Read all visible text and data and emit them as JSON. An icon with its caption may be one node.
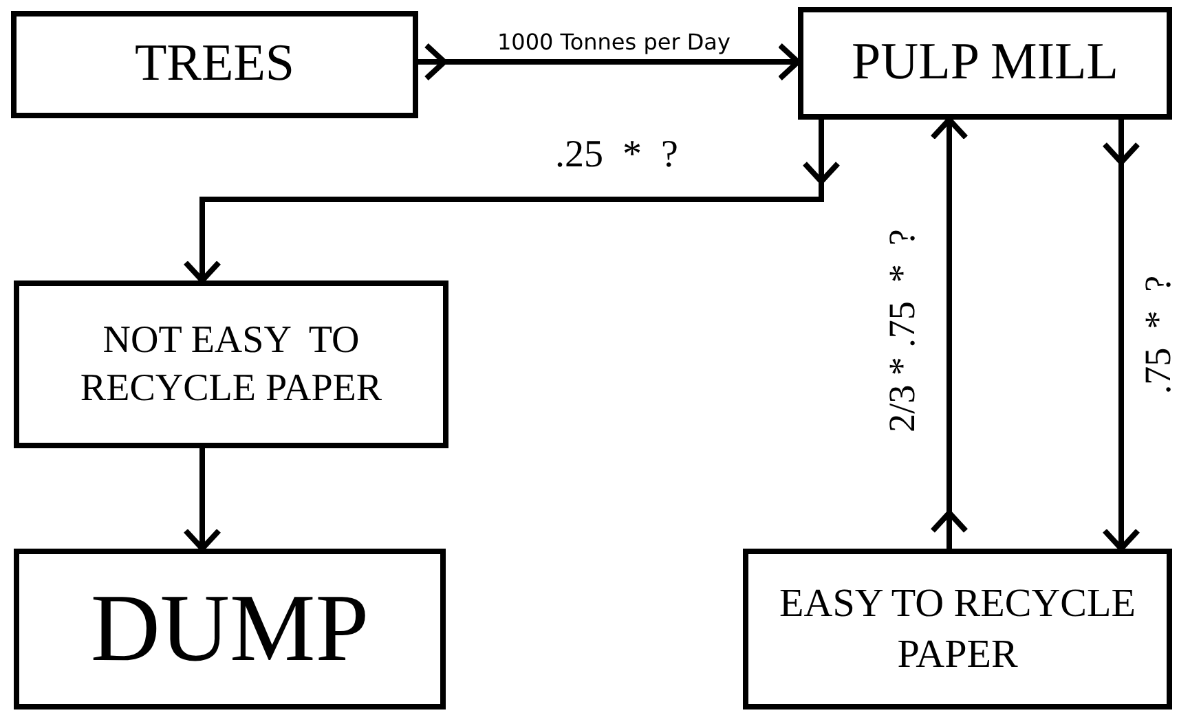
{
  "diagram": {
    "nodes": [
      {
        "text": [
          "TREES"
        ]
      },
      {
        "text": [
          "PULP MILL"
        ]
      },
      {
        "text": [
          "NOT EASY  TO RECYCLE PAPER"
        ]
      },
      {
        "text": [
          "DUMP"
        ]
      },
      {
        "text": [
          "EASY TO RECYCLE PAPER"
        ]
      }
    ],
    "edges": [
      {
        "from": 0,
        "to": 1,
        "arrow": "to",
        "label": "1000 Tonnes per Day"
      },
      {
        "from": 1,
        "to": 2,
        "arrow": "to",
        "label": ".25  *  ?"
      },
      {
        "from": 2,
        "to": 3,
        "arrow": "to"
      },
      {
        "from": 4,
        "to": 1,
        "arrow": "to",
        "label": "2/3 * .75  *  ?"
      },
      {
        "from": 1,
        "to": 4,
        "arrow": "to",
        "label": ".75  *  ?"
      }
    ]
  }
}
